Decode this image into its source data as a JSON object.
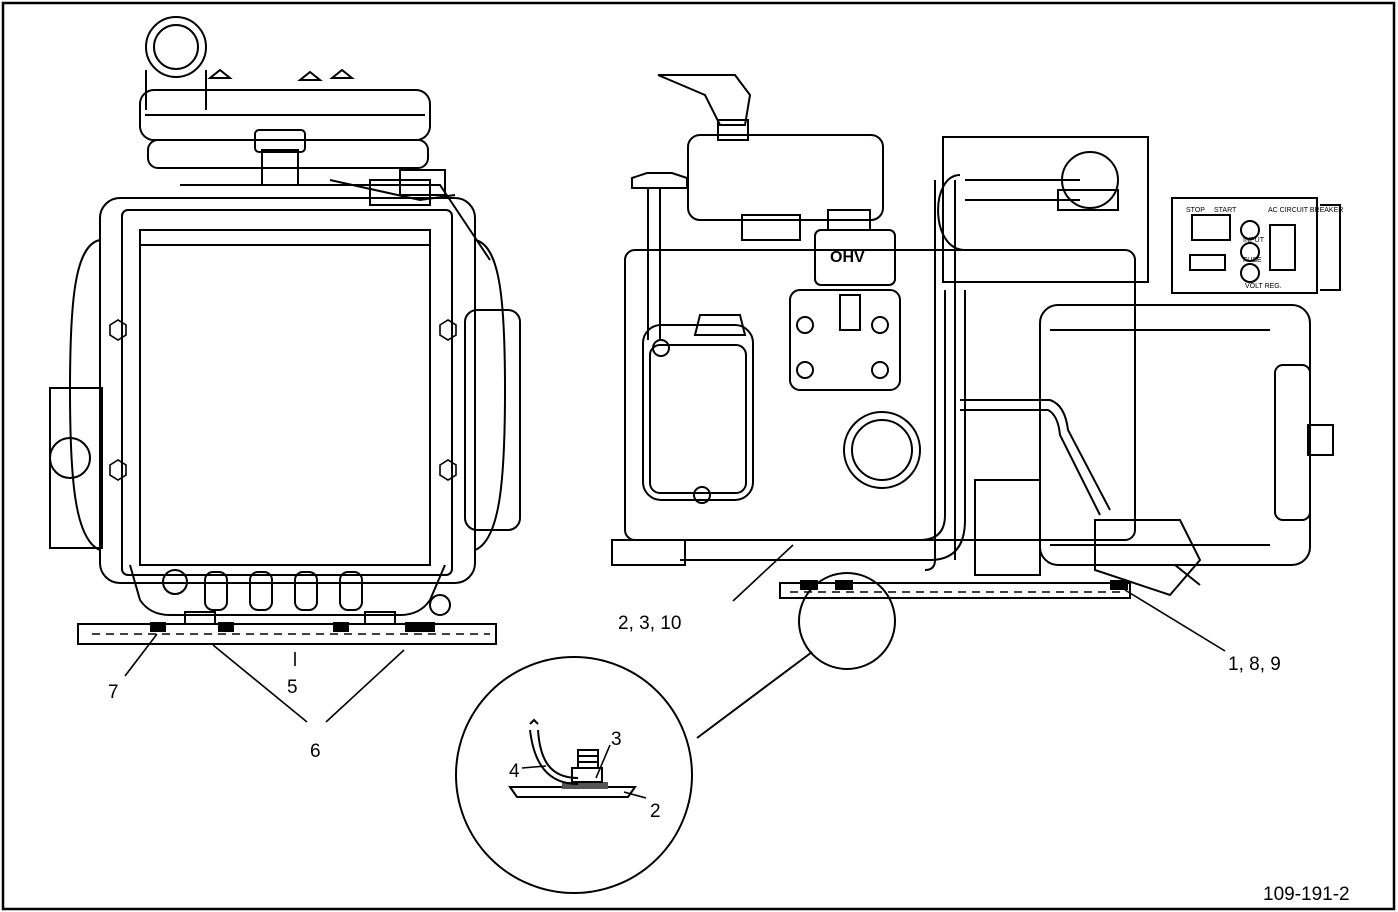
{
  "figure": {
    "callouts": {
      "c2_3_10": "2, 3, 10",
      "c1_8_9": "1, 8, 9",
      "c7": "7",
      "c5": "5",
      "c6": "6",
      "c3": "3",
      "c4": "4",
      "c2": "2"
    },
    "figure_number": "109-191-2",
    "panel_text": {
      "stop": "STOP",
      "start": "START",
      "breaker": "AC CIRCUIT BREAKER",
      "input": "INPUT",
      "fuse": "FUSE",
      "volt_reg": "VOLT REG.",
      "badge": "OHV"
    }
  }
}
